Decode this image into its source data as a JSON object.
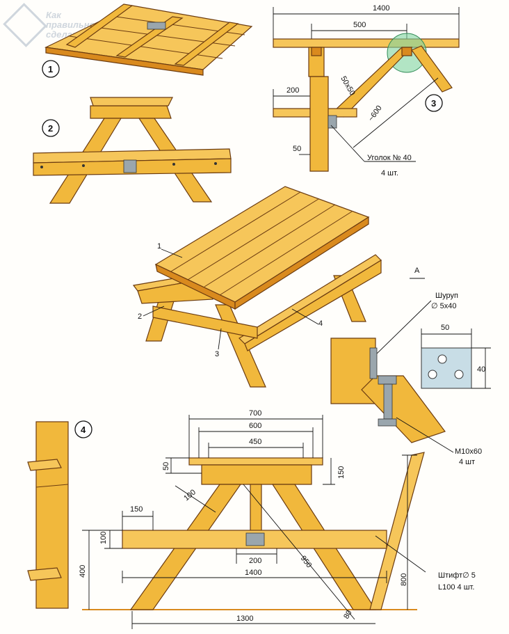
{
  "watermark": {
    "line1": "Как",
    "line2": "правильно",
    "line3": "сделать"
  },
  "figures": {
    "f1": "1",
    "f2": "2",
    "f3": "3",
    "f4": "4"
  },
  "fig3": {
    "d1400": "1400",
    "d500": "500",
    "d50x50": "50х50",
    "d200": "200",
    "d600": "~600",
    "d50": "50",
    "ugolok": "Уголок № 40",
    "qty": "4 шт."
  },
  "main": {
    "p1": "1",
    "p2": "2",
    "p3": "3",
    "p4": "4"
  },
  "detailA": {
    "letter": "А",
    "shurup": "Шуруп",
    "shurup_size": "∅ 5х40",
    "d50": "50",
    "d40": "40",
    "bolt": "М10х60",
    "bolt_qty": "4 шт"
  },
  "fig4": {
    "d700": "700",
    "d600": "600",
    "d450": "450",
    "d50": "50",
    "d150r": "150",
    "d150l": "150",
    "d100a": "100",
    "d100b": "100",
    "d400": "400",
    "d200": "200",
    "d1400": "1400",
    "d950": "950",
    "d800": "800",
    "d1300": "1300",
    "d80": "80",
    "shtift": "Штифт∅ 5",
    "shtift_len": "L100  4 шт."
  }
}
